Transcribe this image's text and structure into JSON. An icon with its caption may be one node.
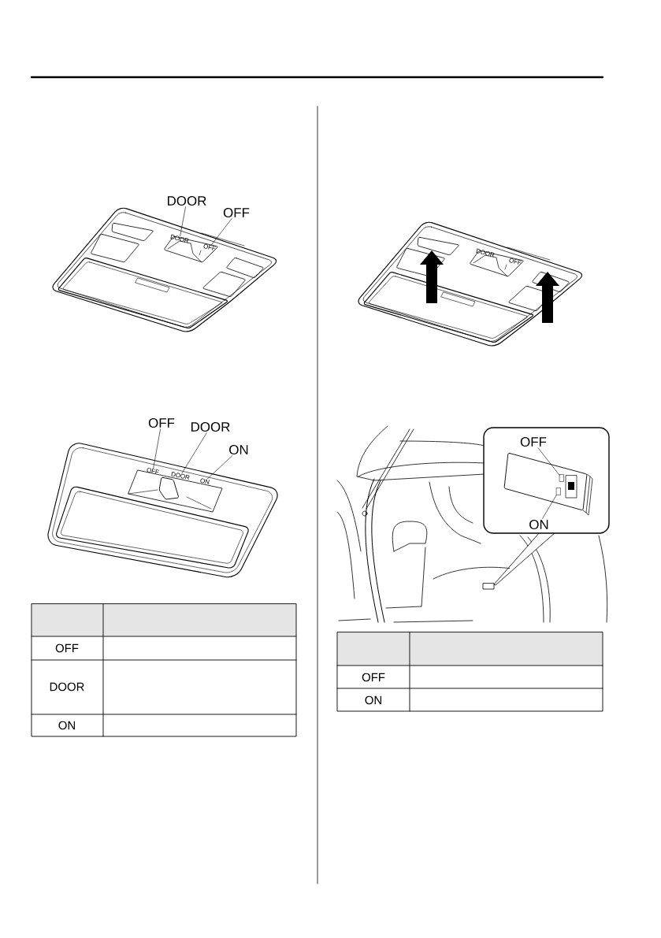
{
  "diagram": {
    "nodes": [
      {
        "text": [
          "DOOR"
        ]
      },
      {
        "text": [
          "OFF"
        ]
      },
      {
        "text": [
          "DOOR"
        ]
      },
      {
        "text": [
          "OFF"
        ]
      },
      {
        "text": [
          "OFF"
        ]
      },
      {
        "text": [
          "DOOR"
        ]
      },
      {
        "text": [
          "ON"
        ]
      },
      {
        "text": [
          "OFF"
        ]
      },
      {
        "text": [
          "DOOR"
        ]
      },
      {
        "text": [
          "ON"
        ]
      },
      {
        "text": [
          "OFF"
        ]
      },
      {
        "text": [
          "ON"
        ]
      },
      {
        "text": [],
        "shape": "box"
      },
      {
        "text": [],
        "shape": "box"
      }
    ],
    "edges": [
      {
        "from": 0,
        "to": 2,
        "arrow": "none"
      },
      {
        "from": 1,
        "to": 3,
        "arrow": "none"
      },
      {
        "from": 4,
        "to": 7,
        "arrow": "none"
      },
      {
        "from": 5,
        "to": 8,
        "arrow": "none"
      },
      {
        "from": 6,
        "to": 9,
        "arrow": "none"
      },
      {
        "from": 10,
        "to": 12,
        "arrow": "none"
      },
      {
        "from": 11,
        "to": 13,
        "arrow": "none"
      }
    ],
    "labels": [
      "OFF",
      "DOOR",
      "ON",
      "DOOR",
      "OFF",
      "OFF",
      "ON"
    ]
  }
}
